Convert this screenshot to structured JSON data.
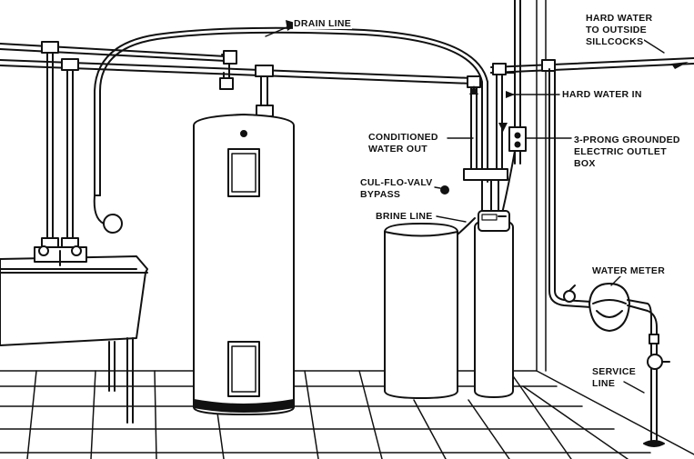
{
  "labels": {
    "drain_line": "DRAIN LINE",
    "hard_water_outside_1": "HARD WATER",
    "hard_water_outside_2": "TO OUTSIDE",
    "hard_water_outside_3": "SILLCOCKS",
    "hard_water_in": "HARD WATER IN",
    "conditioned_1": "CONDITIONED",
    "conditioned_2": "WATER OUT",
    "outlet_1": "3-PRONG GROUNDED",
    "outlet_2": "ELECTRIC OUTLET",
    "outlet_3": "BOX",
    "bypass_1": "CUL-FLO-VALV",
    "bypass_2": "BYPASS",
    "brine_line": "BRINE LINE",
    "water_meter": "WATER METER",
    "service_1": "SERVICE",
    "service_2": "LINE"
  }
}
